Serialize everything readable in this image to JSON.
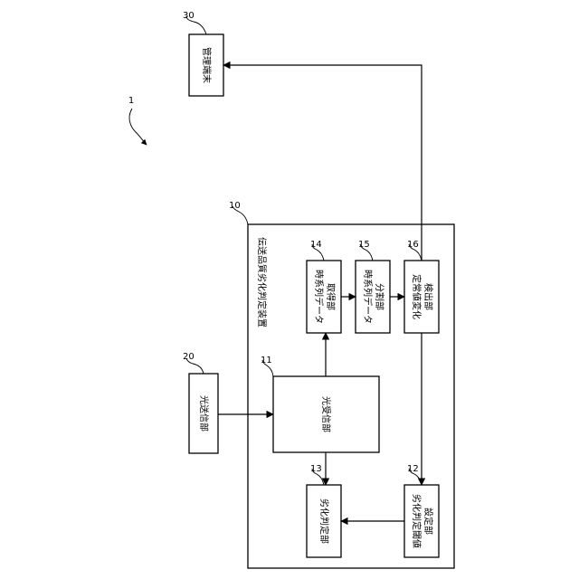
{
  "figure_ref": "1",
  "nodes": {
    "management_terminal": {
      "ref": "30",
      "label": "管理端末"
    },
    "light_transmitter": {
      "ref": "20",
      "label": "光送信部"
    },
    "device": {
      "ref": "10",
      "label": "伝送品質劣化判定装置"
    },
    "light_receiver": {
      "ref": "11",
      "label": "光受信部"
    },
    "timeseries_acquire": {
      "ref": "14",
      "label_lines": [
        "時系列データ",
        "取得部"
      ]
    },
    "timeseries_split": {
      "ref": "15",
      "label_lines": [
        "時系列データ",
        "分割部"
      ]
    },
    "steady_change_detect": {
      "ref": "16",
      "label_lines": [
        "定常値変化",
        "検出部"
      ]
    },
    "degradation_judge": {
      "ref": "13",
      "label": "劣化判定部"
    },
    "threshold_setting": {
      "ref": "12",
      "label_lines": [
        "劣化判定閾値",
        "設定部"
      ]
    }
  }
}
